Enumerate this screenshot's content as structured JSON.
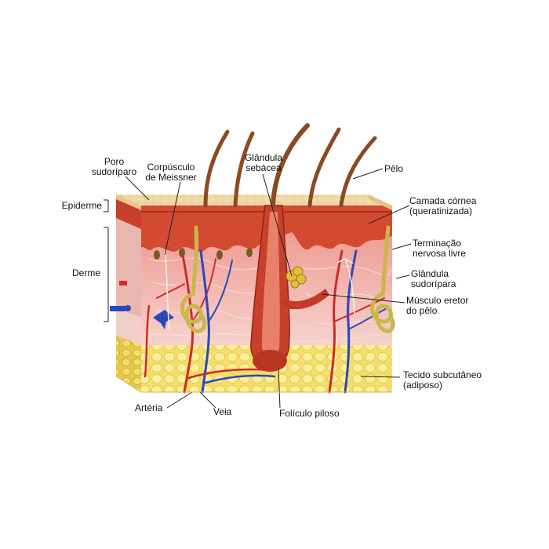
{
  "diagram": {
    "labels": {
      "poro_sudoriparo": "Poro\nsudoríparo",
      "corpusculo_meissner": "Corpúsculo\nde Meissner",
      "glandula_sebacea": "Glândula\nsebácea",
      "pelo": "Pêlo",
      "camada_cornea": "Camada córnea\n(queratinizada)",
      "epiderme": "Epiderme",
      "derme": "Derme",
      "terminacao_nervosa": "Terminação\nnervosa livre",
      "glandula_sudoripara": "Glândula\nsudorípara",
      "musculo_eretor": "Músculo eretor\ndo pêlo",
      "tecido_subcutaneo": "Tecido subcutâneo\n(adiposo)",
      "arteria": "Artéria",
      "veia": "Veia",
      "foliculo_piloso": "Folículo piloso"
    },
    "colors": {
      "surface": "#f0d9a6",
      "epidermis": "#d2472e",
      "dermis": "#f2c6c0",
      "hypodermis": "#f4e070",
      "artery": "#cf2a2a",
      "vein": "#2a48b8",
      "gland": "#c9b84a",
      "hair": "#8a4a22"
    }
  }
}
